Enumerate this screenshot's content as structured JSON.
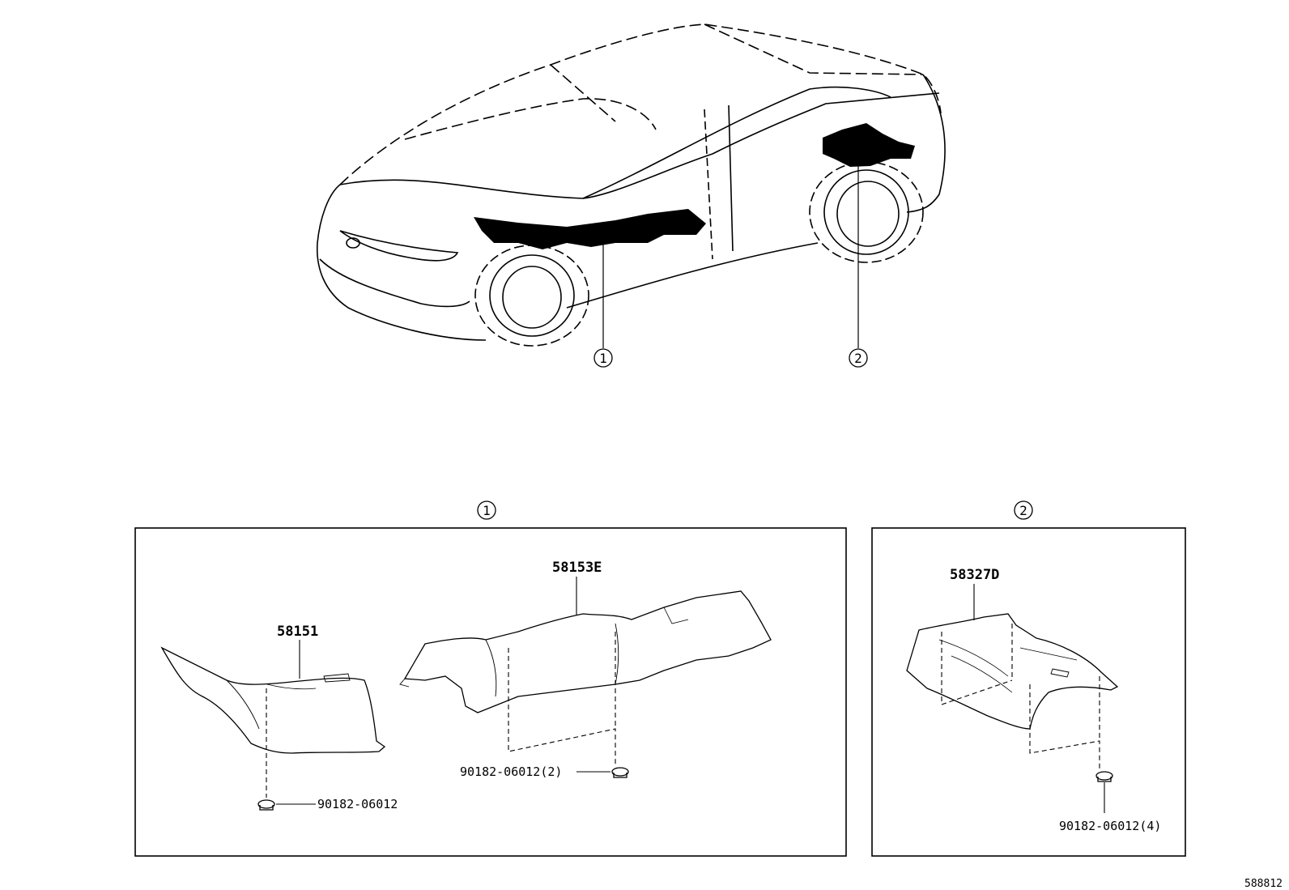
{
  "callouts": {
    "one": "1",
    "two": "2"
  },
  "panel1": {
    "part_58151": "58151",
    "part_58153e": "58153E",
    "fastener_single": "90182-06012",
    "fastener_double": "90182-06012(2)"
  },
  "panel2": {
    "part_58327d": "58327D",
    "fastener_quad": "90182-06012(4)"
  },
  "diagram_number": "588812"
}
